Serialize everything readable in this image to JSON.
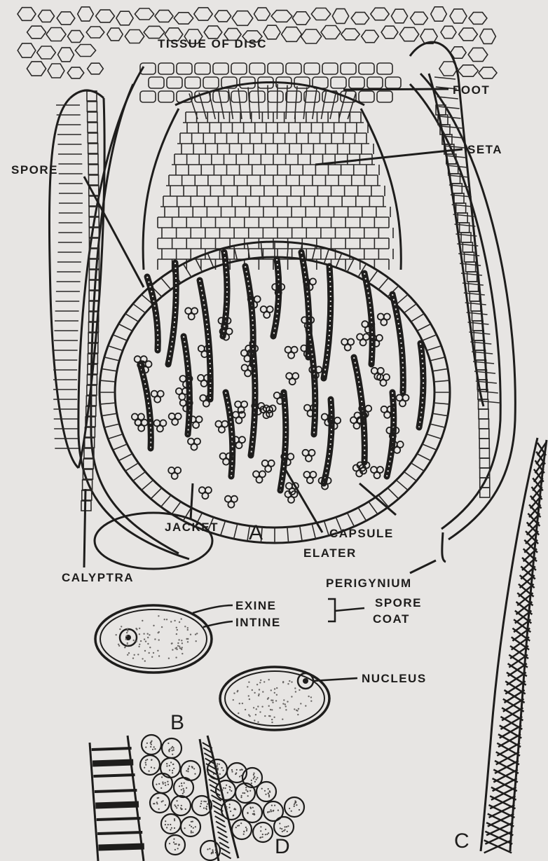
{
  "figure": {
    "labels": {
      "tissue_of_disc": "TISSUE OF DISC",
      "foot": "FOOT",
      "seta": "SETA",
      "spore": "SPORE",
      "jacket": "JACKET",
      "capsule": "CAPSULE",
      "elater": "ELATER",
      "calyptra": "CALYPTRA",
      "perigynium": "PERIGYNIUM",
      "exine": "EXINE",
      "intine": "INTINE",
      "spore_coat_1": "SPORE",
      "spore_coat_2": "COAT",
      "nucleus": "NUCLEUS"
    },
    "panel_letters": {
      "a": "A",
      "b": "B",
      "c": "C",
      "d": "D"
    }
  },
  "colors": {
    "paper": "#e7e5e3",
    "ink": "#1e1d1c"
  }
}
